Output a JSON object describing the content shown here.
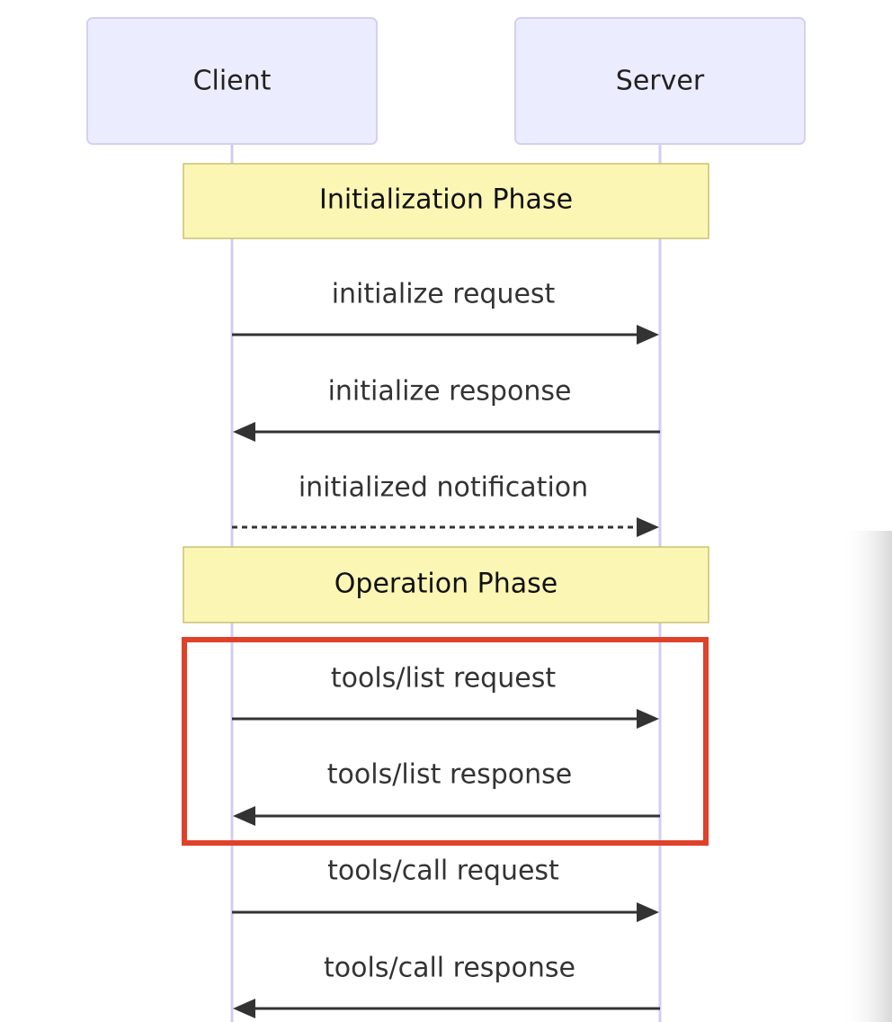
{
  "colors": {
    "actor_fill": "#ececff",
    "actor_stroke": "#d4d0f4",
    "lifeline": "#d4ccf2",
    "note_fill": "#fbf6b4",
    "note_stroke": "#c8c472",
    "arrow": "#333333",
    "highlight": "#e0412a",
    "shadow": "#dcdcdc"
  },
  "participants": [
    {
      "id": "client",
      "label": "Client"
    },
    {
      "id": "server",
      "label": "Server"
    }
  ],
  "notes": [
    {
      "id": "initialization-phase",
      "label": "Initialization Phase"
    },
    {
      "id": "operation-phase",
      "label": "Operation Phase"
    }
  ],
  "messages": [
    {
      "id": "initialize-request",
      "label": "initialize request",
      "from": "client",
      "to": "server",
      "style": "solid"
    },
    {
      "id": "initialize-response",
      "label": "initialize response",
      "from": "server",
      "to": "client",
      "style": "solid"
    },
    {
      "id": "initialized-notification",
      "label": "initialized notification",
      "from": "client",
      "to": "server",
      "style": "dashed"
    },
    {
      "id": "tools-list-request",
      "label": "tools/list request",
      "from": "client",
      "to": "server",
      "style": "solid"
    },
    {
      "id": "tools-list-response",
      "label": "tools/list response",
      "from": "server",
      "to": "client",
      "style": "solid"
    },
    {
      "id": "tools-call-request",
      "label": "tools/call request",
      "from": "client",
      "to": "server",
      "style": "solid"
    },
    {
      "id": "tools-call-response",
      "label": "tools/call response",
      "from": "server",
      "to": "client",
      "style": "solid"
    }
  ],
  "highlight": {
    "covers": [
      "tools-list-request",
      "tools-list-response"
    ]
  }
}
